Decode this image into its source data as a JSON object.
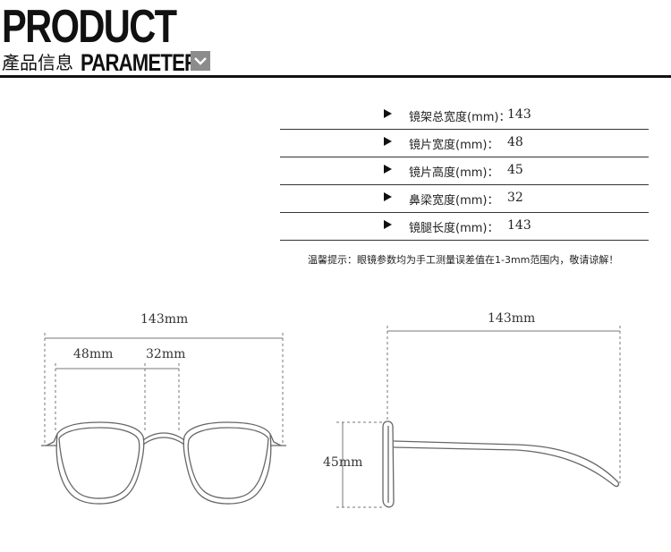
{
  "header": {
    "title": "PRODUCT",
    "subtitle_cn": "產品信息",
    "subtitle_en": "PARAMETER"
  },
  "params": [
    {
      "label": "镜架总宽度(mm)：",
      "value": "143"
    },
    {
      "label": "镜片宽度(mm)：",
      "value": "48"
    },
    {
      "label": "镜片高度(mm)：",
      "value": "45"
    },
    {
      "label": "鼻梁宽度(mm)：",
      "value": "32"
    },
    {
      "label": "镜腿长度(mm)：",
      "value": "143"
    }
  ],
  "note": "温馨提示：眼镜参数均为手工测量误差值在1-3mm范围内，敬请谅解！",
  "front_view": {
    "total_width": "143mm",
    "lens_width": "48mm",
    "bridge_width": "32mm"
  },
  "side_view": {
    "temple_length": "143mm",
    "lens_height": "45mm"
  },
  "icons": [
    "chevron-down-icon",
    "arrow-right-icon"
  ]
}
